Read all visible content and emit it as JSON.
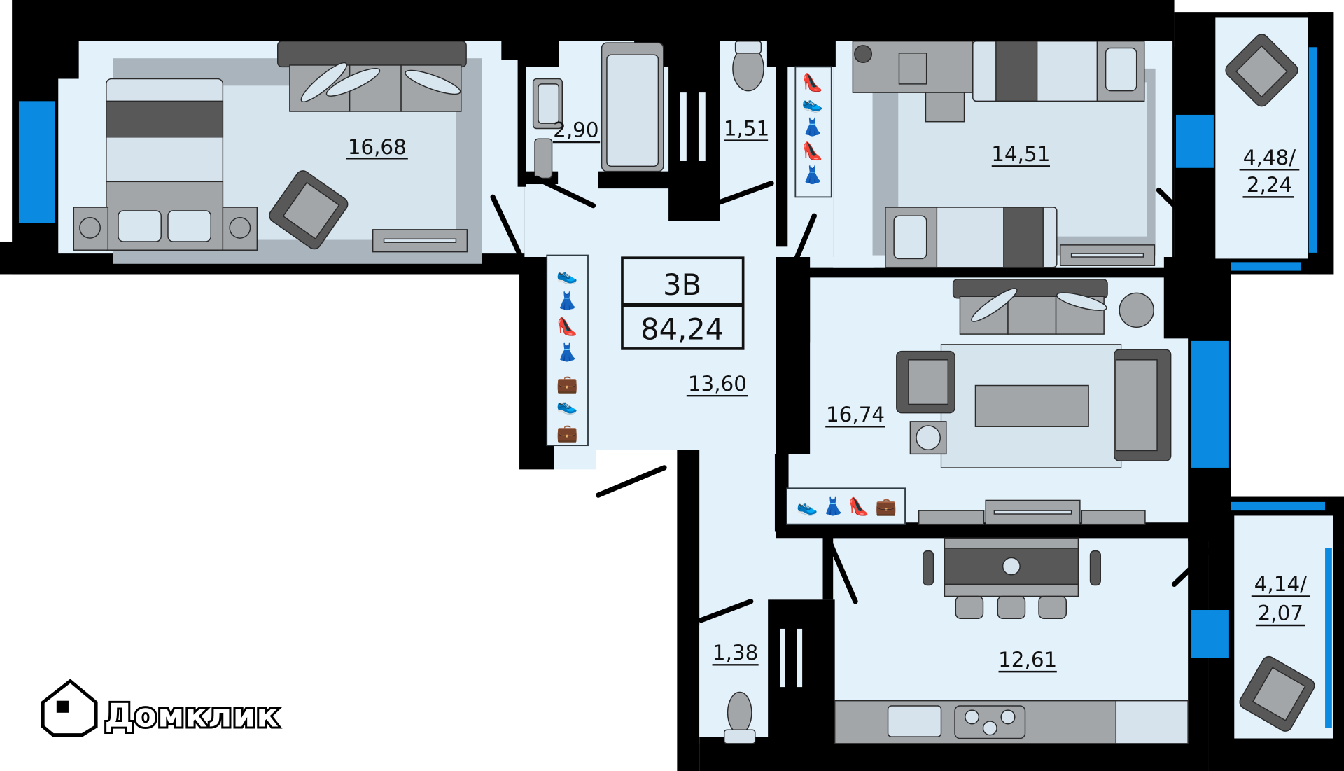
{
  "plan": {
    "apartment_type": "3В",
    "total_area": "84,24",
    "rooms": [
      {
        "id": "bedroom-1",
        "name": "bedroom",
        "area": "16,68"
      },
      {
        "id": "bathroom",
        "name": "bathroom",
        "area": "2,90"
      },
      {
        "id": "wc-1",
        "name": "toilet",
        "area": "1,51"
      },
      {
        "id": "bedroom-2",
        "name": "bedroom",
        "area": "14,51"
      },
      {
        "id": "balcony-1",
        "name": "balcony",
        "area": "4,48/",
        "area_reduced": "2,24"
      },
      {
        "id": "hallway",
        "name": "hallway",
        "area": "13,60"
      },
      {
        "id": "living-room",
        "name": "living room",
        "area": "16,74"
      },
      {
        "id": "kitchen",
        "name": "kitchen",
        "area": "12,61"
      },
      {
        "id": "wc-2",
        "name": "toilet",
        "area": "1,38"
      },
      {
        "id": "balcony-2",
        "name": "balcony",
        "area": "4,14/",
        "area_reduced": "2,07"
      }
    ]
  },
  "logo": {
    "text": "Домклик",
    "icon": "house-logo-icon"
  },
  "colors": {
    "wall": "#000000",
    "floor": "#e3f1fb",
    "window": "#0a8ae0",
    "furniture_dark": "#585858",
    "furniture_mid": "#a2a6a9"
  }
}
